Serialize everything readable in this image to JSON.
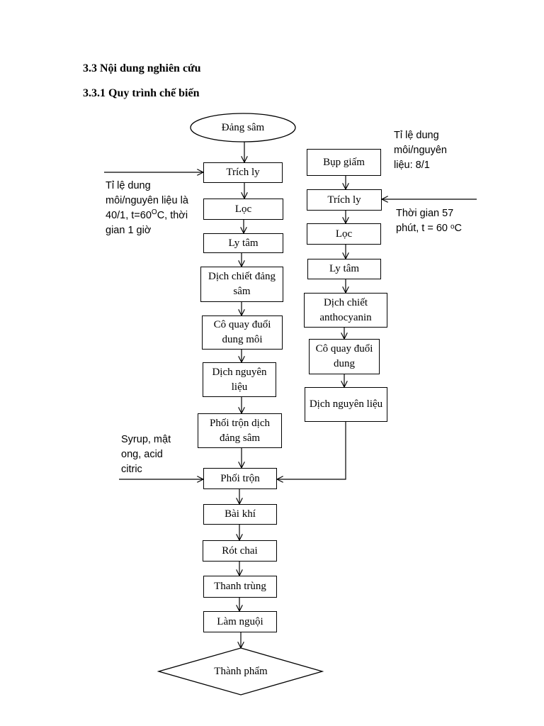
{
  "section": {
    "heading": "3.3 Nội dung nghiên cứu",
    "subheading": "3.3.1 Quy trình chế biến"
  },
  "flowchart": {
    "left_branch": {
      "start": "Đảng sâm",
      "steps": [
        "Trích ly",
        "Lọc",
        "Ly tâm",
        "Dịch chiết đảng sâm",
        "Cô quay đuổi dung môi",
        "Dịch nguyên liệu",
        "Phối trộn dịch đảng sâm"
      ],
      "note": {
        "line1": "Tỉ lệ dung",
        "line2": "môi/nguyên liệu là",
        "line3_a": "40/1, t=60",
        "line3_sup": "O",
        "line3_b": "C, thời",
        "line4": "gian 1 giờ"
      }
    },
    "right_branch": {
      "steps": [
        "Bụp giấm",
        "Trích ly",
        "Lọc",
        "Ly tâm",
        "Dịch chiết anthocyanin",
        "Cô quay đuổi dung",
        "Dịch nguyên liệu"
      ],
      "note_top": [
        "Tỉ lệ dung",
        "môi/nguyên",
        "liệu: 8/1"
      ],
      "note_bottom": [
        "Thời gian 57",
        "phút,  t = 60 ᵒC"
      ]
    },
    "mix_note": [
      "Syrup, mật",
      "ong, acid",
      "citric"
    ],
    "main_steps": [
      "Phối trộn",
      "Bài khí",
      "Rót chai",
      "Thanh trùng",
      "Làm nguội"
    ],
    "end": "Thành phẩm"
  }
}
